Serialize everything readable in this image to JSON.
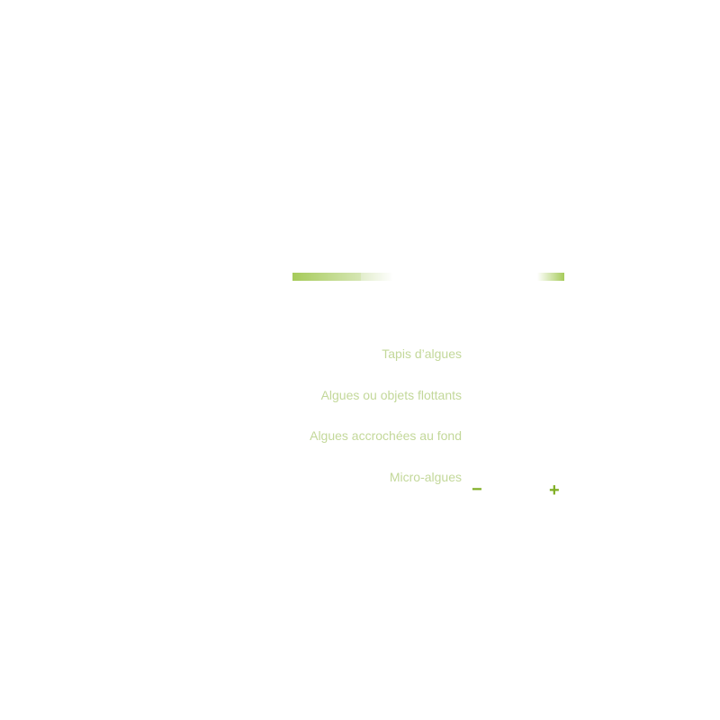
{
  "legend": {
    "items": [
      "Tapis d’algues",
      "Algues ou objets flottants",
      "Algues accrochées au fond",
      "Micro-algues"
    ],
    "scale_min_label": "−",
    "scale_max_label": "+"
  },
  "colors": {
    "accent": "#7fae22",
    "label": "#c3d89a",
    "gradient": "#a6cb5a"
  }
}
